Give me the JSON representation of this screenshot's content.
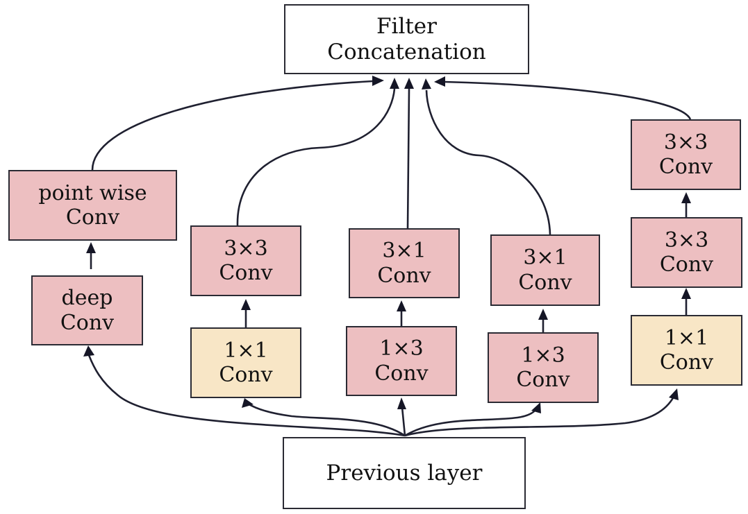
{
  "diagram": {
    "type": "inception-module-flowchart",
    "colors": {
      "depthwise_pointwise_and_asymmetric_conv": "#edbfc1",
      "one_by_one_conv": "#f8e6c6",
      "io_layers": "#ffffff",
      "arrows": "#1f2030"
    },
    "output_node": {
      "line1": "Filter",
      "line2": "Concatenation"
    },
    "input_node": {
      "label": "Previous layer"
    },
    "branches": [
      {
        "name": "branch-1",
        "nodes": [
          {
            "line1": "deep",
            "line2": "Conv"
          },
          {
            "line1": "point wise",
            "line2": "Conv"
          }
        ]
      },
      {
        "name": "branch-2",
        "nodes": [
          {
            "line1": "1×1",
            "line2": "Conv"
          },
          {
            "line1": "3×3",
            "line2": "Conv"
          }
        ]
      },
      {
        "name": "branch-3",
        "nodes": [
          {
            "line1": "1×3",
            "line2": "Conv"
          },
          {
            "line1": "3×1",
            "line2": "Conv"
          }
        ]
      },
      {
        "name": "branch-4",
        "nodes": [
          {
            "line1": "1×3",
            "line2": "Conv"
          },
          {
            "line1": "3×1",
            "line2": "Conv"
          }
        ]
      },
      {
        "name": "branch-5",
        "nodes": [
          {
            "line1": "1×1",
            "line2": "Conv"
          },
          {
            "line1": "3×3",
            "line2": "Conv"
          },
          {
            "line1": "3×3",
            "line2": "Conv"
          }
        ]
      }
    ]
  }
}
